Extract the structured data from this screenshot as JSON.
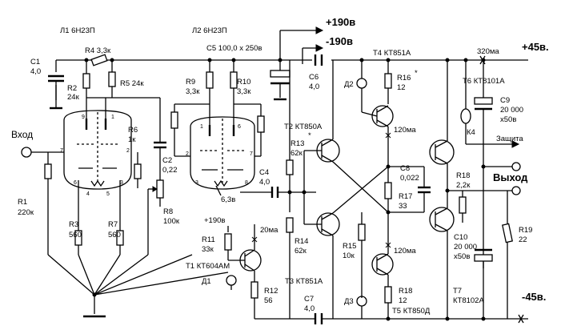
{
  "tubes": {
    "l1": "Л1 6Н23П",
    "l2": "Л2 6Н23П",
    "heater": "6,3в"
  },
  "rails": {
    "plus190": "+190в",
    "minus190": "-190в",
    "plus45": "+45в.",
    "minus45": "-45в.",
    "plus190_small": "+190в",
    "current_320": "320ма"
  },
  "terminals": {
    "input": "Вход",
    "output": "Выход",
    "protection": "Защита"
  },
  "components": {
    "c1": "C1",
    "c1v": "4,0",
    "r2": "R2",
    "r2v": "24к",
    "r4": "R4 3,3к",
    "r5": "R5 24к",
    "r1": "R1",
    "r1v": "220к",
    "r3": "R3",
    "r3v": "560",
    "r7": "R7",
    "r7v": "560",
    "r6": "R6",
    "r6v": "1к",
    "c2": "C2",
    "c2v": "0,22",
    "r8": "R8",
    "r8v": "100к",
    "c5": "C5 100,0 x 250в",
    "r9": "R9",
    "r9v": "3,3к",
    "r10": "R10",
    "r10v": "3,3к",
    "c6": "C6",
    "c6v": "4,0",
    "c4": "C4",
    "c4v": "4,0",
    "t4": "T4 КТ851А",
    "t2": "T2 КТ850А",
    "t3": "T3 КТ851А",
    "t1": "T1 КТ604АМ",
    "t5": "T5 КТ850Д",
    "t6": "T6 КТ8101А",
    "t7": "T7",
    "t7v": "КТ8102А",
    "d1": "Д1",
    "d2": "Д2",
    "d3": "Д3",
    "r11": "R11",
    "r11v": "33к",
    "r12": "R12",
    "r12v": "56",
    "r13": "R13",
    "r13v": "62к",
    "r14": "R14",
    "r14v": "62к",
    "r15": "R15",
    "r15v": "10к",
    "r16": "R16",
    "r16v": "12",
    "r17": "R17",
    "r17v": "33",
    "r18a": "R18",
    "r18av": "12",
    "r18b": "R18",
    "r18bv": "2,2к",
    "r19": "R19",
    "r19v": "22",
    "c7": "C7",
    "c7v": "4,0",
    "c8": "C8",
    "c8v": "0,022",
    "c9": "C9",
    "c9v": "20 000",
    "c9u": "x50в",
    "c10": "C10",
    "c10v": "20 000",
    "c10u": "x50в",
    "k4": "К4",
    "cur20": "20ма",
    "cur120a": "120ма",
    "cur120b": "120ма",
    "star": "*"
  },
  "pins": {
    "p9": "9",
    "p1": "1",
    "p7": "7",
    "p2": "2",
    "p6": "6",
    "p3": "3",
    "p8": "8",
    "p4": "4",
    "p5": "5"
  }
}
